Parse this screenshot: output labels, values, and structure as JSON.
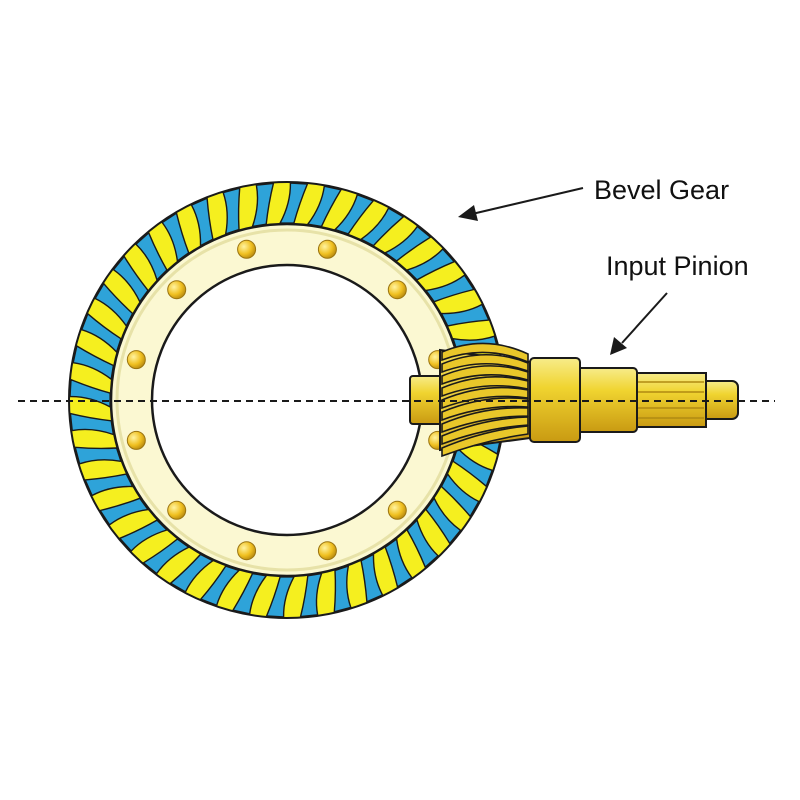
{
  "labels": {
    "bevel_gear": "Bevel Gear",
    "input_pinion": "Input Pinion"
  },
  "parts": {
    "ring_gear_teeth": 40,
    "bolt_count": 12,
    "pinion_teeth": 9
  },
  "colors": {
    "tooth_blue": "#2ea3d9",
    "tooth_yellow": "#f5ef1f",
    "ring_face": "#fbf8d2",
    "bolt": "#f0c020",
    "shaft": "#f2d640",
    "outline": "#1a1a1a"
  }
}
